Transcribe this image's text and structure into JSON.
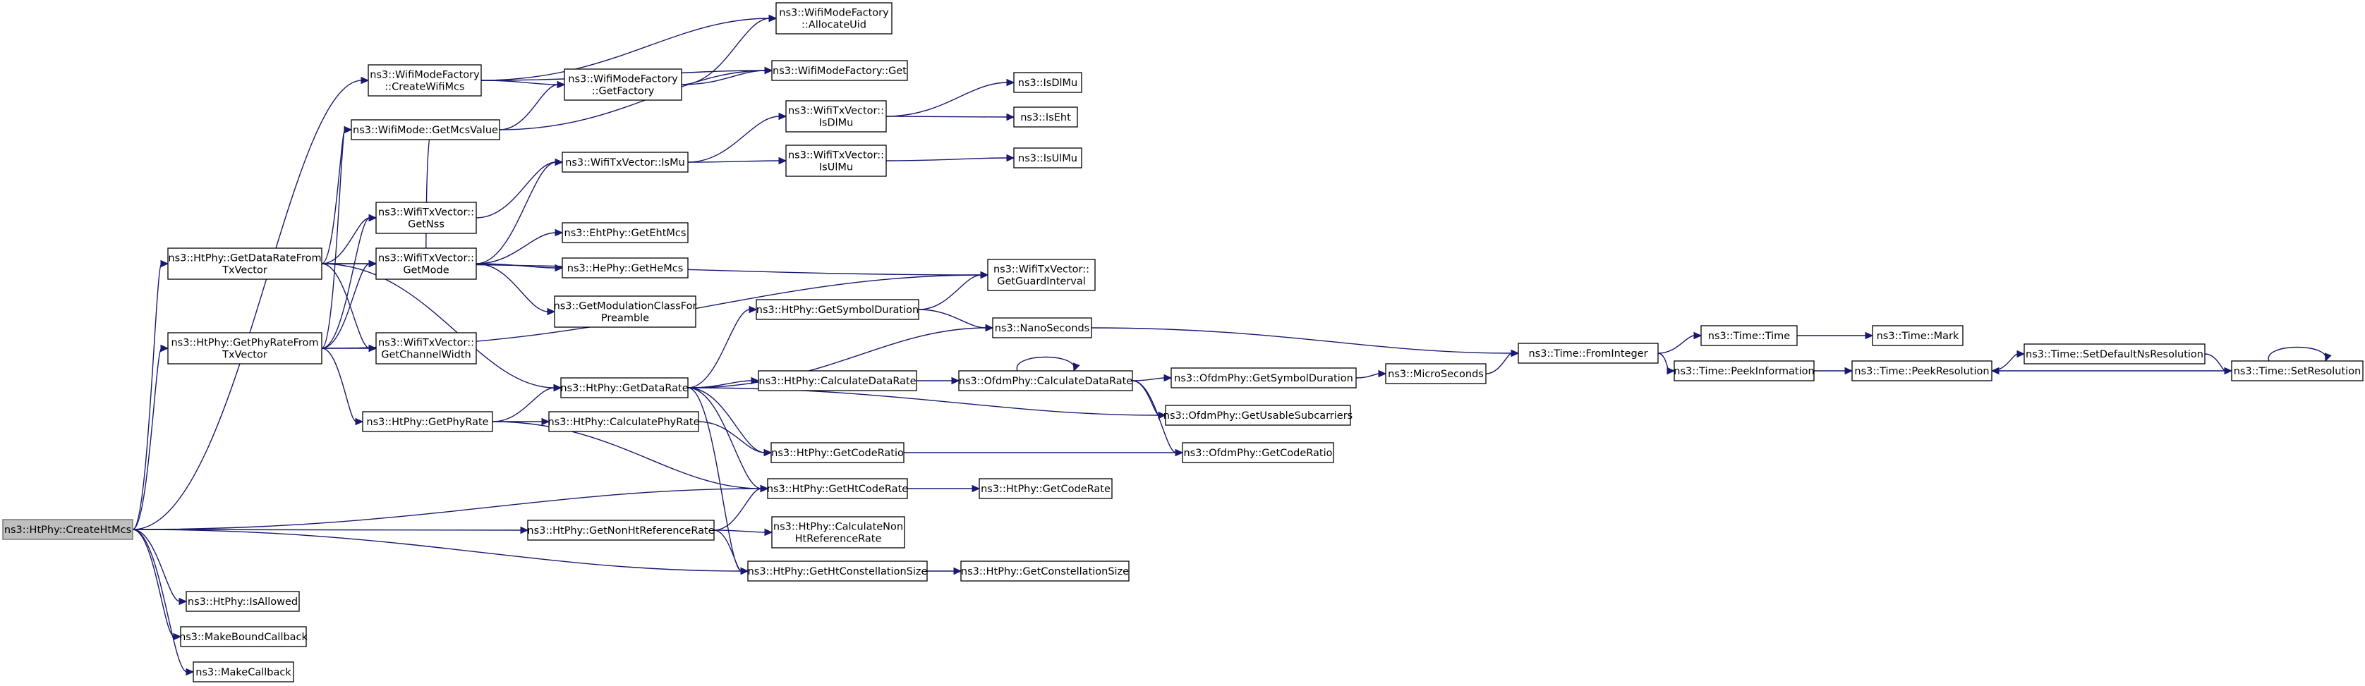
{
  "graph": {
    "colors": {
      "edge": "#191970",
      "root_fill": "#bfbfbf",
      "node_fill": "#ffffff"
    },
    "nodes": {
      "createHtMcs": [
        "ns3::HtPhy::CreateHtMcs"
      ],
      "createWifiMcs": [
        "ns3::WifiModeFactory",
        "::CreateWifiMcs"
      ],
      "allocateUid": [
        "ns3::WifiModeFactory",
        "::AllocateUid"
      ],
      "factoryGet": [
        "ns3::WifiModeFactory::Get"
      ],
      "getFactory": [
        "ns3::WifiModeFactory",
        "::GetFactory"
      ],
      "getMcsValue": [
        "ns3::WifiMode::GetMcsValue"
      ],
      "isDlMu": [
        "ns3::IsDlMu"
      ],
      "txIsDlMu": [
        "ns3::WifiTxVector::",
        "IsDlMu"
      ],
      "isEht": [
        "ns3::IsEht"
      ],
      "txIsMu": [
        "ns3::WifiTxVector::IsMu"
      ],
      "txIsUlMu": [
        "ns3::WifiTxVector::",
        "IsUlMu"
      ],
      "isUlMu": [
        "ns3::IsUlMu"
      ],
      "getNss": [
        "ns3::WifiTxVector::",
        "GetNss"
      ],
      "getDataRateFromTx": [
        "ns3::HtPhy::GetDataRateFrom",
        "TxVector"
      ],
      "getMode": [
        "ns3::WifiTxVector::",
        "GetMode"
      ],
      "getEhtMcs": [
        "ns3::EhtPhy::GetEhtMcs"
      ],
      "getHeMcs": [
        "ns3::HePhy::GetHeMcs"
      ],
      "getModClass": [
        "ns3::GetModulationClassFor",
        "Preamble"
      ],
      "getGuardInterval": [
        "ns3::WifiTxVector::",
        "GetGuardInterval"
      ],
      "getPhyRateFromTx": [
        "ns3::HtPhy::GetPhyRateFrom",
        "TxVector"
      ],
      "getChannelWidth": [
        "ns3::WifiTxVector::",
        "GetChannelWidth"
      ],
      "getSymbolDuration": [
        "ns3::HtPhy::GetSymbolDuration"
      ],
      "nanoSeconds": [
        "ns3::NanoSeconds"
      ],
      "getDataRate": [
        "ns3::HtPhy::GetDataRate"
      ],
      "calcDataRate": [
        "ns3::HtPhy::CalculateDataRate"
      ],
      "ofdmCalcDataRate": [
        "ns3::OfdmPhy::CalculateDataRate"
      ],
      "ofdmGetSymbolDuration": [
        "ns3::OfdmPhy::GetSymbolDuration"
      ],
      "microSeconds": [
        "ns3::MicroSeconds"
      ],
      "fromInteger": [
        "ns3::Time::FromInteger"
      ],
      "timeTime": [
        "ns3::Time::Time"
      ],
      "timeMark": [
        "ns3::Time::Mark"
      ],
      "peekInfo": [
        "ns3::Time::PeekInformation"
      ],
      "peekRes": [
        "ns3::Time::PeekResolution"
      ],
      "setDefaultNs": [
        "ns3::Time::SetDefaultNsResolution"
      ],
      "setRes": [
        "ns3::Time::SetResolution"
      ],
      "getUsableSub": [
        "ns3::OfdmPhy::GetUsableSubcarriers"
      ],
      "getPhyRate": [
        "ns3::HtPhy::GetPhyRate"
      ],
      "calcPhyRate": [
        "ns3::HtPhy::CalculatePhyRate"
      ],
      "getCodeRatio": [
        "ns3::HtPhy::GetCodeRatio"
      ],
      "ofdmGetCodeRatio": [
        "ns3::OfdmPhy::GetCodeRatio"
      ],
      "getHtCodeRate": [
        "ns3::HtPhy::GetHtCodeRate"
      ],
      "getCodeRate": [
        "ns3::HtPhy::GetCodeRate"
      ],
      "getNonHtRefRate": [
        "ns3::HtPhy::GetNonHtReferenceRate"
      ],
      "calcNonHtRefRate": [
        "ns3::HtPhy::CalculateNon",
        "HtReferenceRate"
      ],
      "getHtConstSize": [
        "ns3::HtPhy::GetHtConstellationSize"
      ],
      "getConstSize": [
        "ns3::HtPhy::GetConstellationSize"
      ],
      "isAllowed": [
        "ns3::HtPhy::IsAllowed"
      ],
      "makeBoundCallback": [
        "ns3::MakeBoundCallback"
      ],
      "makeCallback": [
        "ns3::MakeCallback"
      ]
    }
  }
}
